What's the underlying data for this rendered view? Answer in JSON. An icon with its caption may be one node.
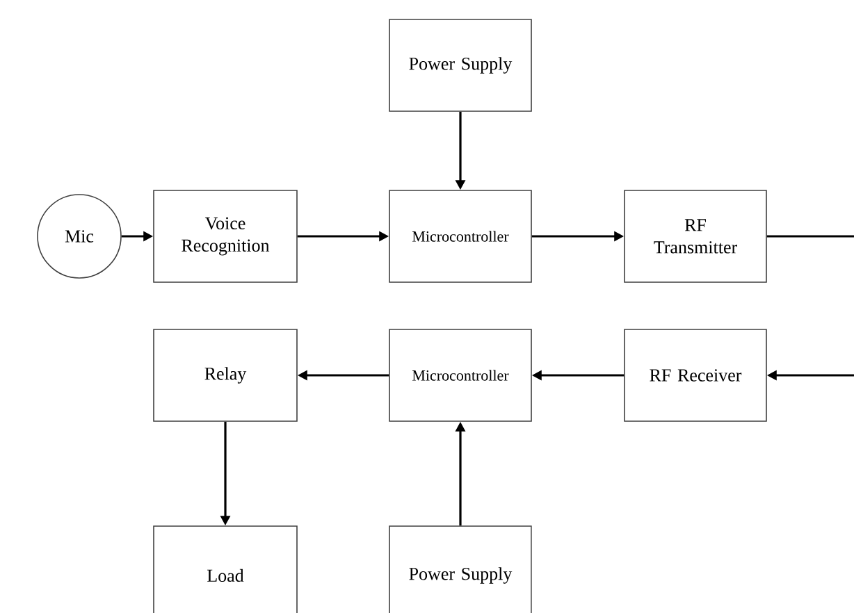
{
  "diagram": {
    "nodes": [
      {
        "text": [
          "Power Supply"
        ]
      },
      {
        "text": [
          "Mic"
        ]
      },
      {
        "text": [
          "Voice Recognition"
        ]
      },
      {
        "text": [
          "Microcontroller"
        ]
      },
      {
        "text": [
          "RF Transmitter"
        ]
      },
      {
        "text": [
          "Relay"
        ]
      },
      {
        "text": [
          "Microcontroller"
        ]
      },
      {
        "text": [
          "RF Receiver"
        ]
      },
      {
        "text": [
          "Load"
        ]
      },
      {
        "text": [
          "Power Supply"
        ]
      }
    ],
    "edges": [
      {
        "from": 0,
        "to": 3,
        "arrow": "to"
      },
      {
        "from": 1,
        "to": 2,
        "arrow": "to"
      },
      {
        "from": 2,
        "to": 3,
        "arrow": "to"
      },
      {
        "from": 3,
        "to": 4,
        "arrow": "to"
      },
      {
        "from": 4,
        "to": null,
        "arrow": "none"
      },
      {
        "from": null,
        "to": 7,
        "arrow": "to"
      },
      {
        "from": 7,
        "to": 6,
        "arrow": "to"
      },
      {
        "from": 6,
        "to": 5,
        "arrow": "to"
      },
      {
        "from": 5,
        "to": 8,
        "arrow": "to"
      },
      {
        "from": 9,
        "to": 6,
        "arrow": "to"
      }
    ]
  }
}
